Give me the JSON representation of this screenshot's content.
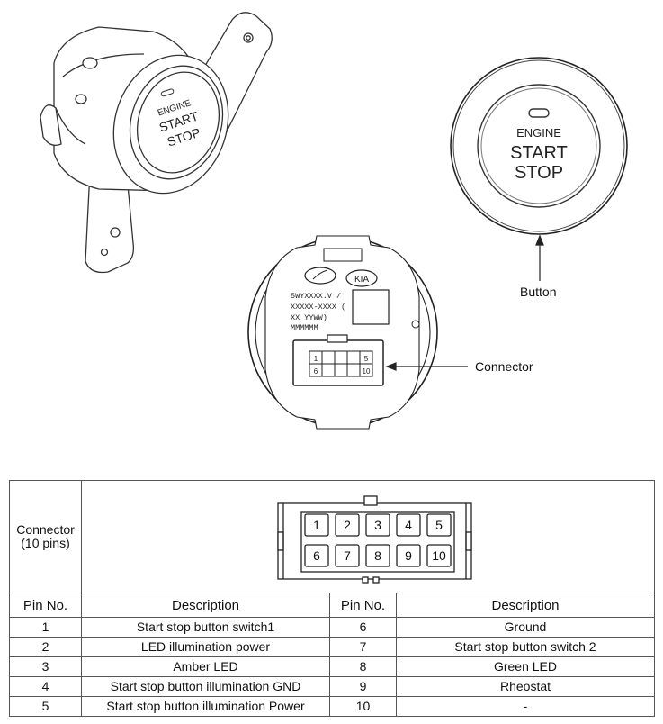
{
  "illustration": {
    "button_face_text": [
      "ENGINE",
      "START",
      "STOP"
    ],
    "rear_label_lines": [
      "5WYXXXX.V /",
      "XXXXX-XXXX (",
      "XX  YYWW)",
      "MMMMMM"
    ],
    "rear_logo_right": "KIA",
    "rear_connector_pins": [
      "1",
      "5",
      "6",
      "10"
    ],
    "callout_button": "Button",
    "callout_connector": "Connector"
  },
  "table": {
    "connector_label_line1": "Connector",
    "connector_label_line2": "(10 pins)",
    "connector_pins_top": [
      "1",
      "2",
      "3",
      "4",
      "5"
    ],
    "connector_pins_bottom": [
      "6",
      "7",
      "8",
      "9",
      "10"
    ],
    "col_pin": "Pin No.",
    "col_desc": "Description",
    "rows": [
      {
        "pin_l": "1",
        "desc_l": "Start stop button switch1",
        "pin_r": "6",
        "desc_r": "Ground"
      },
      {
        "pin_l": "2",
        "desc_l": "LED illumination power",
        "pin_r": "7",
        "desc_r": "Start stop button switch 2"
      },
      {
        "pin_l": "3",
        "desc_l": "Amber LED",
        "pin_r": "8",
        "desc_r": "Green LED"
      },
      {
        "pin_l": "4",
        "desc_l": "Start stop button illumination GND",
        "pin_r": "9",
        "desc_r": "Rheostat"
      },
      {
        "pin_l": "5",
        "desc_l": "Start stop button illumination Power",
        "pin_r": "10",
        "desc_r": "-"
      }
    ]
  }
}
